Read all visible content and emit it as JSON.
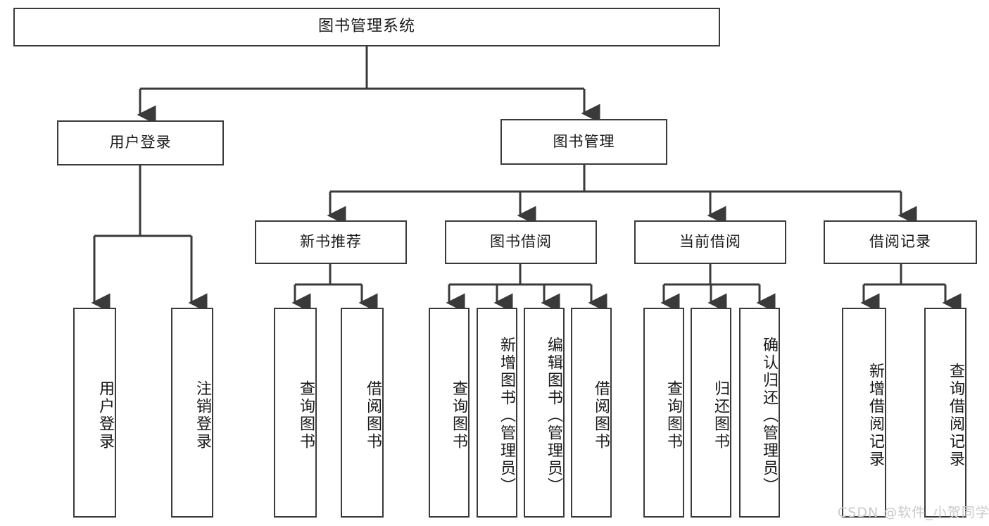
{
  "diagram": {
    "title": "图书管理系统",
    "type": "功能结构图",
    "line_color": "#3a3a3a",
    "box_fill": "#ffffff",
    "text_color": "#1a1a1a",
    "root": {
      "label": "图书管理系统",
      "children": [
        {
          "label": "用户登录",
          "children": [
            {
              "label": "用户登录"
            },
            {
              "label": "注销登录"
            }
          ]
        },
        {
          "label": "图书管理",
          "children": [
            {
              "label": "新书推荐",
              "children": [
                {
                  "label": "查询图书"
                },
                {
                  "label": "借阅图书"
                }
              ]
            },
            {
              "label": "图书借阅",
              "children": [
                {
                  "label": "查询图书"
                },
                {
                  "label": "新增图书（管理员）"
                },
                {
                  "label": "编辑图书（管理员）"
                },
                {
                  "label": "借阅图书"
                }
              ]
            },
            {
              "label": "当前借阅",
              "children": [
                {
                  "label": "查询图书"
                },
                {
                  "label": "归还图书"
                },
                {
                  "label": "确认归还（管理员）"
                }
              ]
            },
            {
              "label": "借阅记录",
              "children": [
                {
                  "label": "新增借阅记录"
                },
                {
                  "label": "查询借阅记录"
                }
              ]
            }
          ]
        }
      ]
    }
  },
  "watermark": {
    "text": "CSDN @软件_小贺同学",
    "color": "#c9c9c9"
  }
}
